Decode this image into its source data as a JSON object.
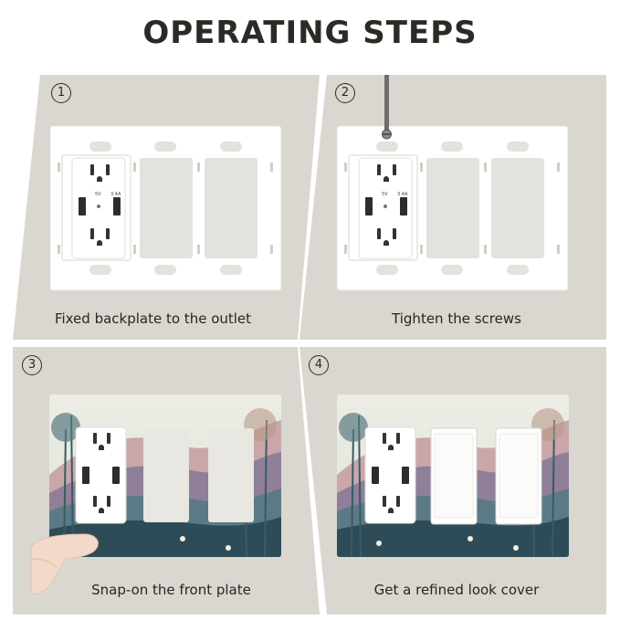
{
  "title": "OPERATING STEPS",
  "colors": {
    "panel": "#d9d7cf",
    "plate": "#ffffff",
    "outline": "#cfcdc6",
    "text": "#262626"
  },
  "steps": [
    {
      "number": "1",
      "caption": "Fixed backplate to the outlet"
    },
    {
      "number": "2",
      "caption": "Tighten the screws"
    },
    {
      "number": "3",
      "caption": "Snap-on the front plate"
    },
    {
      "number": "4",
      "caption": "Get a refined look cover"
    }
  ],
  "outlet_labels": {
    "left": "5V",
    "center": "3.4A",
    "right": "3.4A"
  }
}
